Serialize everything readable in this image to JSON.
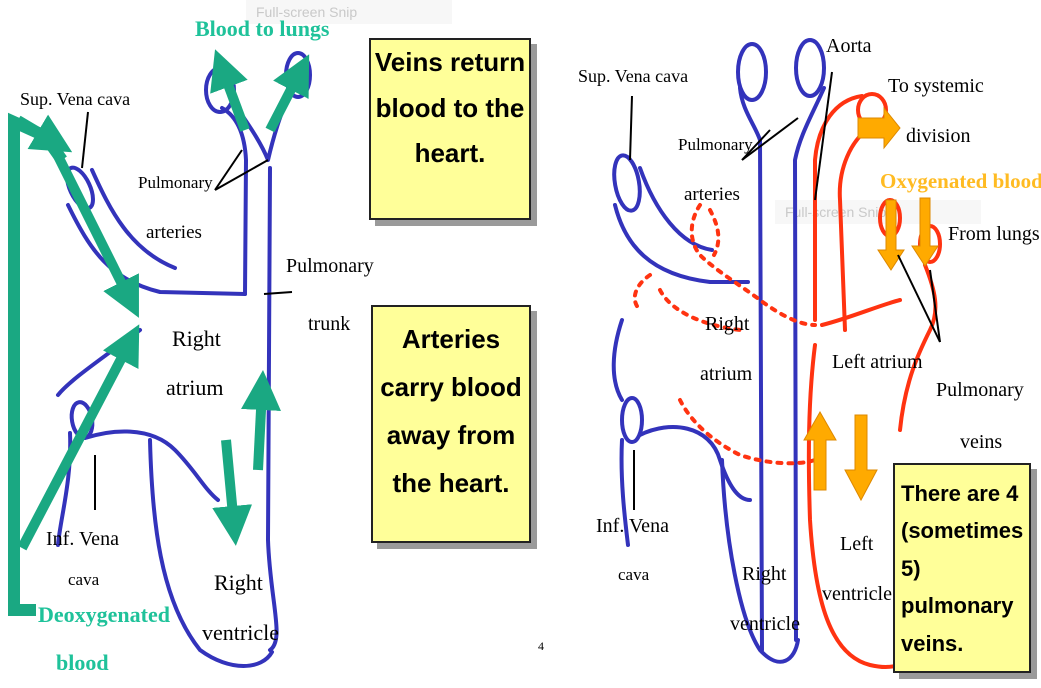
{
  "snips": [
    "Full-screen Snip",
    "Full-screen Snip"
  ],
  "left": {
    "labels": {
      "blood_to_lungs": "Blood to lungs",
      "sup_vena_cava": "Sup. Vena cava",
      "pulmonary_arteries_1": "Pulmonary",
      "pulmonary_arteries_2": "arteries",
      "pulmonary_trunk_1": "Pulmonary",
      "pulmonary_trunk_2": "trunk",
      "right_atrium_1": "Right",
      "right_atrium_2": "atrium",
      "inf_vena_cava_1": "Inf. Vena",
      "inf_vena_cava_2": "cava",
      "deoxygenated_1": "Deoxygenated",
      "deoxygenated_2": "blood",
      "right_ventricle_1": "Right",
      "right_ventricle_2": "ventricle"
    },
    "box_veins": [
      "Veins return",
      "blood to the",
      "heart."
    ],
    "box_arteries": [
      "Arteries",
      "carry blood",
      "away from",
      "the heart."
    ],
    "page_number": "4"
  },
  "right": {
    "labels": {
      "sup_vena_cava": "Sup. Vena cava",
      "aorta": "Aorta",
      "to_systemic_1": "To systemic",
      "to_systemic_2": "division",
      "pulmonary_arteries_1": "Pulmonary",
      "pulmonary_arteries_2": "arteries",
      "oxygenated_blood": "Oxygenated blood",
      "from_lungs": "From lungs",
      "right_atrium_1": "Right",
      "right_atrium_2": "atrium",
      "left_atrium": "Left atrium",
      "pulmonary_veins_1": "Pulmonary",
      "pulmonary_veins_2": "veins",
      "inf_vena_cava_1": "Inf. Vena",
      "inf_vena_cava_2": "cava",
      "right_ventricle_1": "Right",
      "right_ventricle_2": "ventricle",
      "left_ventricle_1": "Left",
      "left_ventricle_2": "ventricle"
    },
    "box_pulmonary_veins": [
      "There are 4",
      "(sometimes 5)",
      "pulmonary",
      "veins."
    ]
  },
  "colors": {
    "vessel_blue": "#3333bb",
    "vessel_red": "#ff3311",
    "arrow_teal": "#1aa882",
    "arrow_orange": "#ffaa00",
    "label_teal": "#1fc29a",
    "label_orange": "#ffbb22",
    "box_fill": "#ffff99"
  }
}
